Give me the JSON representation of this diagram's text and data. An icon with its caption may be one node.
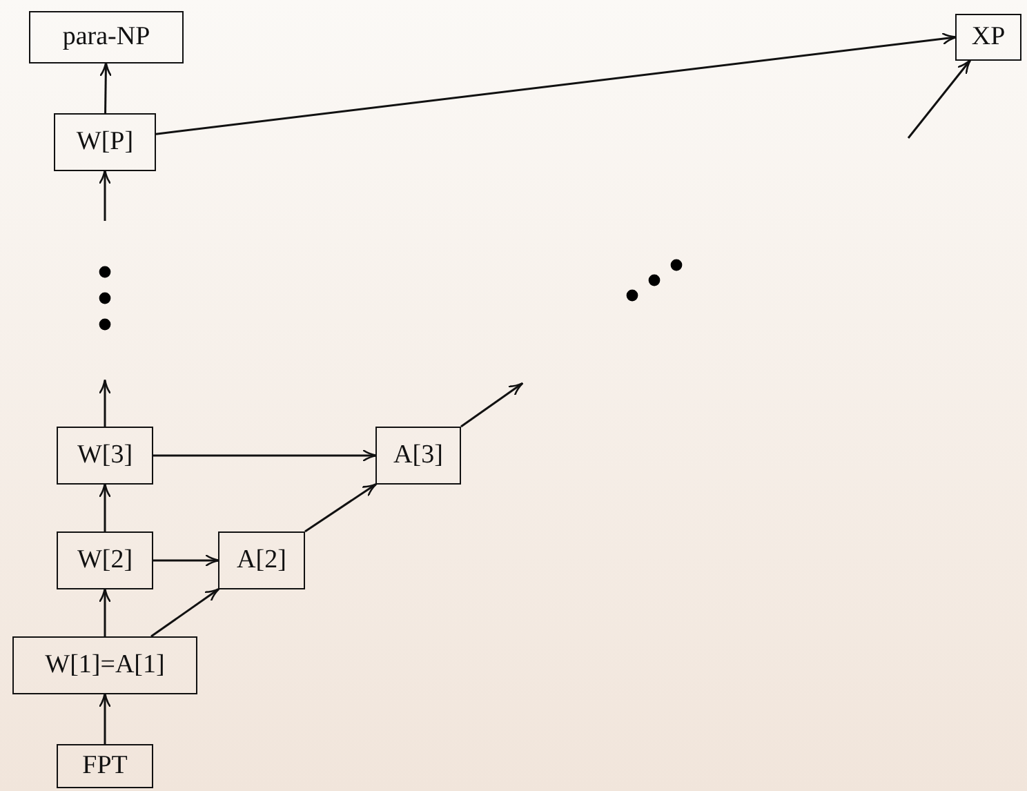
{
  "diagram": {
    "nodes": [
      {
        "text": [
          "para-NP"
        ]
      },
      {
        "text": [
          "XP"
        ]
      },
      {
        "text": [
          "W[P]"
        ]
      },
      {
        "text": [
          "W[3]"
        ]
      },
      {
        "text": [
          "A[3]"
        ]
      },
      {
        "text": [
          "W[2]"
        ]
      },
      {
        "text": [
          "A[2]"
        ]
      },
      {
        "text": [
          "W[1]=A[1]"
        ]
      },
      {
        "text": [
          "FPT"
        ]
      }
    ],
    "edges": [
      {
        "from": 2,
        "to": 0,
        "arrow": "to"
      },
      {
        "from": 2,
        "to": 1,
        "arrow": "to"
      },
      {
        "from": null,
        "to": 1,
        "arrow": "to"
      },
      {
        "from": null,
        "to": 2,
        "arrow": "to"
      },
      {
        "from": 3,
        "to": null,
        "arrow": "to"
      },
      {
        "from": 3,
        "to": 4,
        "arrow": "to"
      },
      {
        "from": 4,
        "to": null,
        "arrow": "to"
      },
      {
        "from": 5,
        "to": 3,
        "arrow": "to"
      },
      {
        "from": 5,
        "to": 6,
        "arrow": "to"
      },
      {
        "from": 7,
        "to": 5,
        "arrow": "to"
      },
      {
        "from": 7,
        "to": 6,
        "arrow": "to"
      },
      {
        "from": 6,
        "to": 4,
        "arrow": "to"
      },
      {
        "from": 8,
        "to": 7,
        "arrow": "to"
      }
    ]
  }
}
